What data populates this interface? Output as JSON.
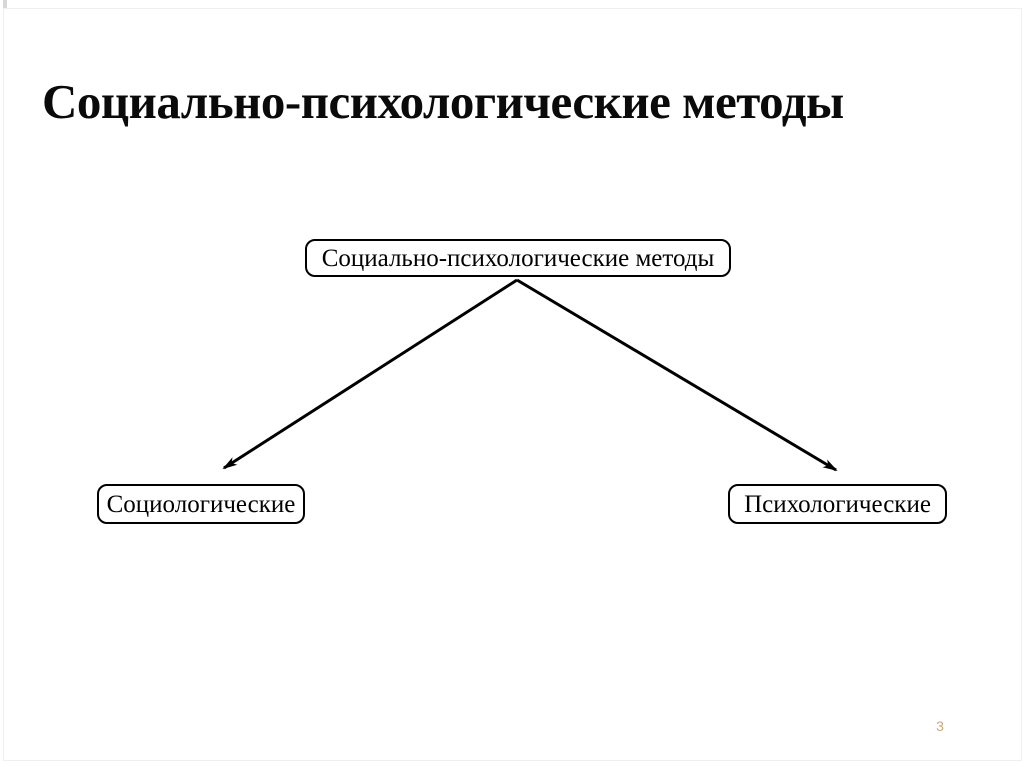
{
  "slide": {
    "title": "Социально-психологические методы",
    "page_number": "3"
  },
  "diagram": {
    "type": "tree",
    "root": {
      "label": "Социально-психологические методы"
    },
    "children": [
      {
        "label": "Социологические"
      },
      {
        "label": "Психологические"
      }
    ],
    "edges": [
      {
        "from": "root",
        "to": "child-0",
        "arrow": "filled"
      },
      {
        "from": "root",
        "to": "child-1",
        "arrow": "filled"
      }
    ]
  },
  "colors": {
    "background": "#ffffff",
    "text": "#000000",
    "box_border": "#000000",
    "arrow": "#000000",
    "page_number": "#c5aa7b",
    "frame_line": "#efefef"
  }
}
